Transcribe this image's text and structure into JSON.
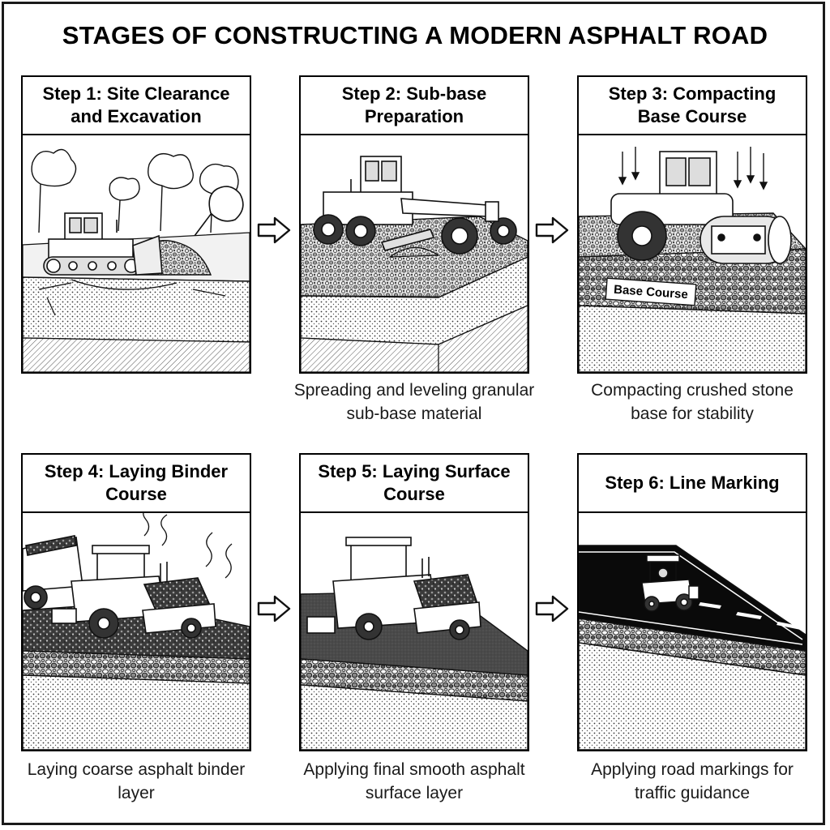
{
  "title": "STAGES OF CONSTRUCTING A MODERN ASPHALT ROAD",
  "steps": [
    {
      "heading": "Step 1: Site Clearance and Excavation",
      "caption": "",
      "illustration": "bulldozer-clearing-trees"
    },
    {
      "heading": "Step 2: Sub-base Preparation",
      "caption": "Spreading and leveling granular sub-base material",
      "illustration": "motor-grader"
    },
    {
      "heading": "Step 3: Compacting Base Course",
      "caption": "Compacting crushed stone base for stability",
      "illustration": "road-roller",
      "layer_label": "Base Course"
    },
    {
      "heading": "Step 4: Laying Binder Course",
      "caption": "Laying coarse asphalt binder layer",
      "illustration": "dump-truck-and-paver"
    },
    {
      "heading": "Step 5: Laying Surface Course",
      "caption": "Applying final smooth asphalt surface layer",
      "illustration": "asphalt-paver"
    },
    {
      "heading": "Step 6: Line Marking",
      "caption": "Applying road markings for traffic guidance",
      "illustration": "line-marking-machine"
    }
  ],
  "arrow_icon": "right-arrow-icon"
}
